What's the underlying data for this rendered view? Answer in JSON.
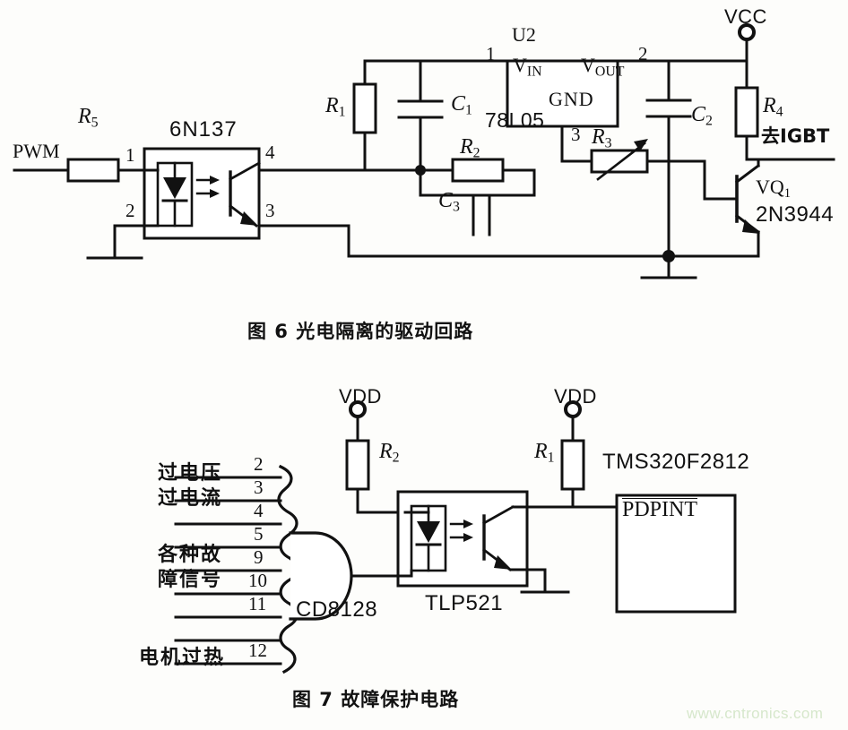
{
  "page": {
    "background": "#fdfdfb",
    "ink": "#111111",
    "watermark": "www.cntronics.com",
    "watermark_color": "#d6e7cb"
  },
  "figure6": {
    "caption_no": "图 6",
    "caption_text": "光电隔离的驱动回路",
    "caption_full": "图 6  光电隔离的驱动回路",
    "input_label": "PWM",
    "series_resistor": {
      "name": "R",
      "sub": "5"
    },
    "optocoupler": {
      "part": "6N137",
      "pins": {
        "anode": "1",
        "cathode": "2",
        "vo": "4",
        "gnd": "3"
      }
    },
    "pullup_resistor": {
      "name": "R",
      "sub": "1"
    },
    "cap_input": {
      "name": "C",
      "sub": "1"
    },
    "regulator": {
      "ref": "U2",
      "part": "78L05",
      "pin_in_label": "V",
      "pin_in_sub": "IN",
      "pin_out_label": "V",
      "pin_out_sub": "OUT",
      "pin_gnd_label": "GND",
      "pin_in_num": "1",
      "pin_out_num": "2",
      "pin_gnd_num": "3"
    },
    "feedback_resistor": {
      "name": "R",
      "sub": "2"
    },
    "feedback_cap": {
      "name": "C",
      "sub": "3"
    },
    "trim_resistor": {
      "name": "R",
      "sub": "3"
    },
    "cap_output": {
      "name": "C",
      "sub": "2"
    },
    "supply_label": "VCC",
    "base_resistor": {
      "name": "R",
      "sub": "4"
    },
    "output_label": "去IGBT",
    "transistor": {
      "ref": "VQ",
      "sub": "1",
      "part": "2N3944"
    }
  },
  "figure7": {
    "caption_no": "图 7",
    "caption_text": "故障保护电路",
    "caption_full": "图 7  故障保护电路",
    "supply_left": "VDD",
    "supply_right": "VDD",
    "resistor_left": {
      "name": "R",
      "sub": "2"
    },
    "resistor_right": {
      "name": "R",
      "sub": "1"
    },
    "gate": {
      "part": "CD8128",
      "type": "AND"
    },
    "optocoupler": {
      "part": "TLP521"
    },
    "dsp": {
      "part": "TMS320F2812",
      "pin": "PDPINT",
      "pin_overline": true
    },
    "inputs": [
      {
        "pin": "2",
        "label": "过电压"
      },
      {
        "pin": "3",
        "label": "过电流"
      },
      {
        "pin": "4",
        "label": ""
      },
      {
        "pin": "5",
        "label": ""
      },
      {
        "pin": "9",
        "label": ""
      },
      {
        "pin": "10",
        "label": ""
      },
      {
        "pin": "11",
        "label": ""
      },
      {
        "pin": "12",
        "label": "电机过热"
      }
    ],
    "group_label_line1": "各种故",
    "group_label_line2": "障信号",
    "pin_numbers": [
      "2",
      "3",
      "4",
      "5",
      "9",
      "10",
      "11",
      "12"
    ]
  }
}
